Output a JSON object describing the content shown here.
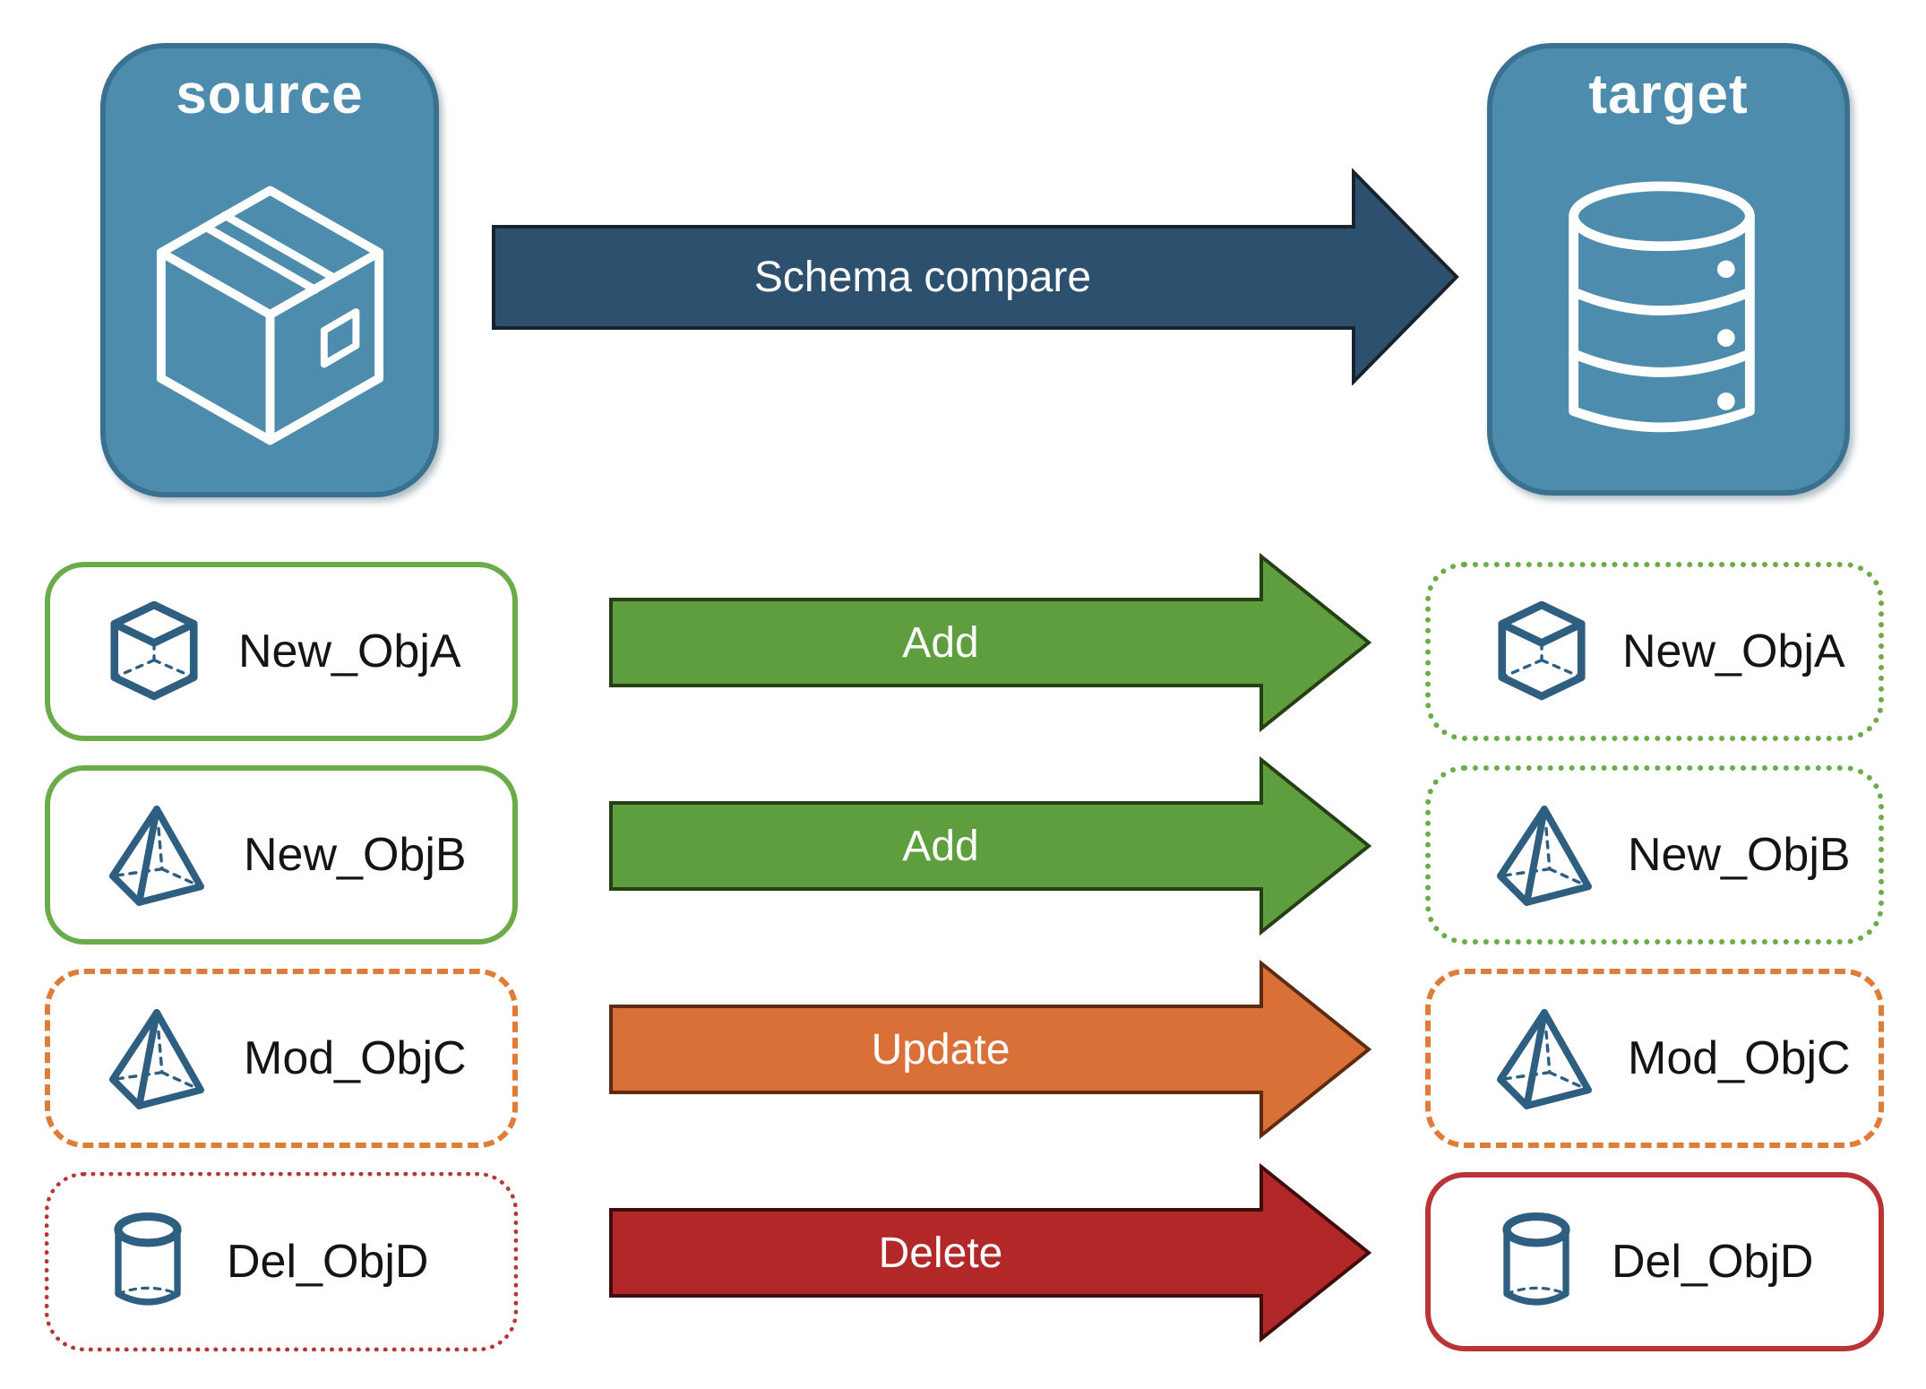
{
  "source_node": {
    "label": "source",
    "icon": "package-icon",
    "fill": "#4D8CAC",
    "border": "#3A7190"
  },
  "target_node": {
    "label": "target",
    "icon": "database-icon",
    "fill": "#4D8CAC",
    "border": "#3A7190"
  },
  "compare_arrow": {
    "label": "Schema compare",
    "fill": "#2E506F"
  },
  "rows": [
    {
      "object_name": "New_ObjA",
      "action": "Add",
      "icon": "cube-icon",
      "arrow_fill": "#5F9E3E",
      "source_border": "solid green",
      "target_border": "dotted green"
    },
    {
      "object_name": "New_ObjB",
      "action": "Add",
      "icon": "pyramid-icon",
      "arrow_fill": "#5F9E3E",
      "source_border": "solid green",
      "target_border": "dotted green"
    },
    {
      "object_name": "Mod_ObjC",
      "action": "Update",
      "icon": "pyramid-icon",
      "arrow_fill": "#D97038",
      "source_border": "dashed orange",
      "target_border": "dashed orange"
    },
    {
      "object_name": "Del_ObjD",
      "action": "Delete",
      "icon": "cylinder-icon",
      "arrow_fill": "#B22828",
      "source_border": "dotted red",
      "target_border": "solid red"
    }
  ],
  "colors": {
    "node_fill": "#4D8CAC",
    "node_border": "#3A7190",
    "navy_arrow": "#2E506F",
    "green": "#6BAB48",
    "orange": "#DE7C38",
    "red": "#B93434",
    "icon_stroke": "#2E5F80"
  }
}
